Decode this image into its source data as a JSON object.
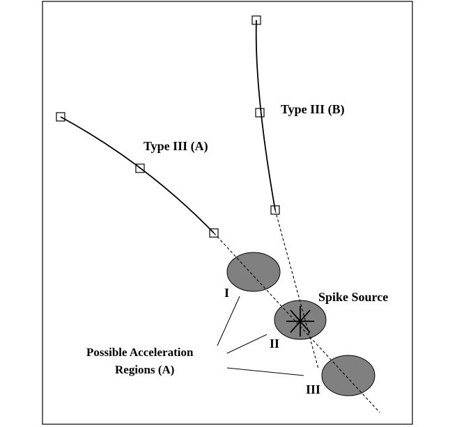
{
  "labels": {
    "type_iii_a": "Type III (A)",
    "type_iii_b": "Type III (B)",
    "spike_source": "Spike Source",
    "region_i": "I",
    "region_ii": "II",
    "region_iii": "III",
    "possible_acceleration_line1": "Possible Acceleration",
    "possible_acceleration_line2": "Regions (A)"
  },
  "colors": {
    "region_fill": "#808080",
    "line": "#000000",
    "frame": "#000000"
  }
}
